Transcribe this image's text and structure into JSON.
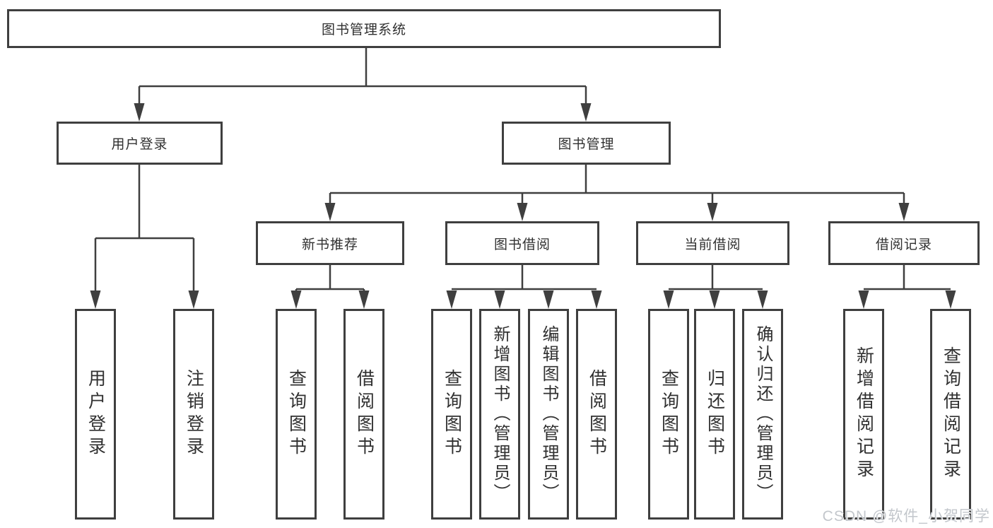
{
  "tree": {
    "label": "图书管理系统",
    "children": [
      {
        "label": "用户登录",
        "children": [
          {
            "label": "用户登录"
          },
          {
            "label": "注销登录"
          }
        ]
      },
      {
        "label": "图书管理",
        "children": [
          {
            "label": "新书推荐",
            "children": [
              {
                "label": "查询图书"
              },
              {
                "label": "借阅图书"
              }
            ]
          },
          {
            "label": "图书借阅",
            "children": [
              {
                "label": "查询图书"
              },
              {
                "label": "新增图书（管理员）"
              },
              {
                "label": "编辑图书（管理员）"
              },
              {
                "label": "借阅图书"
              }
            ]
          },
          {
            "label": "当前借阅",
            "children": [
              {
                "label": "查询图书"
              },
              {
                "label": "归还图书"
              },
              {
                "label": "确认归还（管理员）"
              }
            ]
          },
          {
            "label": "借阅记录",
            "children": [
              {
                "label": "新增借阅记录"
              },
              {
                "label": "查询借阅记录"
              }
            ]
          }
        ]
      }
    ]
  },
  "watermark": "CSDN @软件_小贺同学",
  "colors": {
    "line": "#3f3f3f",
    "text": "#303030",
    "background": "#ffffff",
    "watermark": "#c3c7cc"
  }
}
